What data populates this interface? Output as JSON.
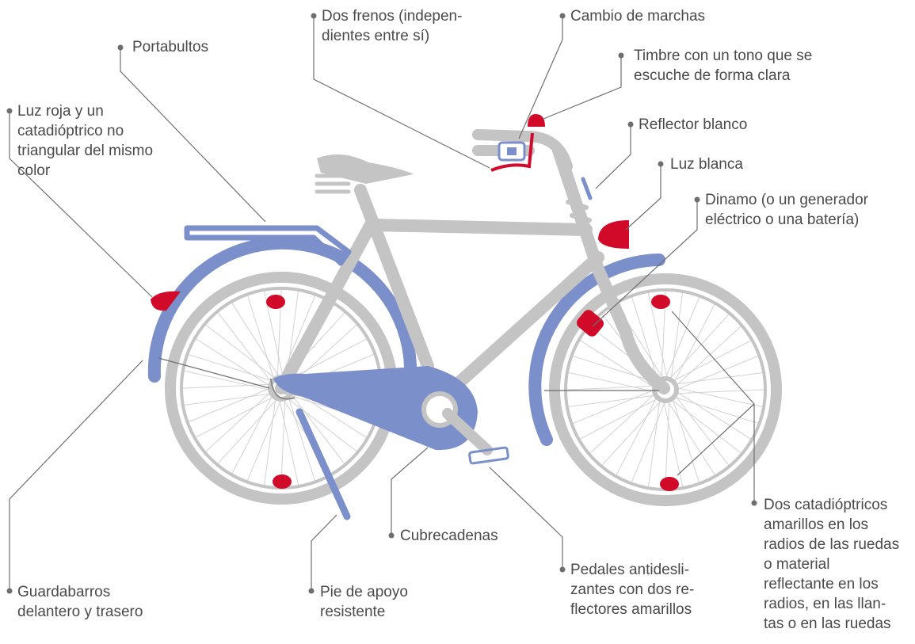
{
  "labels": {
    "frenos": "Dos frenos (indepen-\ndientes entre sí)",
    "cambio": "Cambio de marchas",
    "timbre": "Timbre con un tono que se\nescuche de forma clara",
    "portabultos": "Portabultos",
    "luz_roja": "Luz roja y un\ncatadióptrico no\ntriangular del mismo\n  color",
    "reflector_blanco": "Reflector blanco",
    "luz_blanca": "Luz blanca",
    "dinamo": "Dinamo (o un generador\neléctrico o una batería)",
    "catadioptricos_amarillos": "Dos catadióptricos\namarillos en los\nradios de las ruedas\no material\nreflectante en los\nradios, en las llan-\ntas o en las ruedas",
    "cubrecadenas": "Cubrecadenas",
    "pedales": "Pedales antidesli-\nzantes con dos re-\nflectores amarillos",
    "pie_apoyo": "Pie de apoyo\nresistente",
    "guardabarros": "Guardabarros\ndelantero y trasero"
  },
  "colors": {
    "frame": "#c4c4c4",
    "accent_blue": "#7b8fcb",
    "accent_red": "#d10a2a",
    "leader_line": "#6e6e6e",
    "text": "#4a4a4a"
  }
}
